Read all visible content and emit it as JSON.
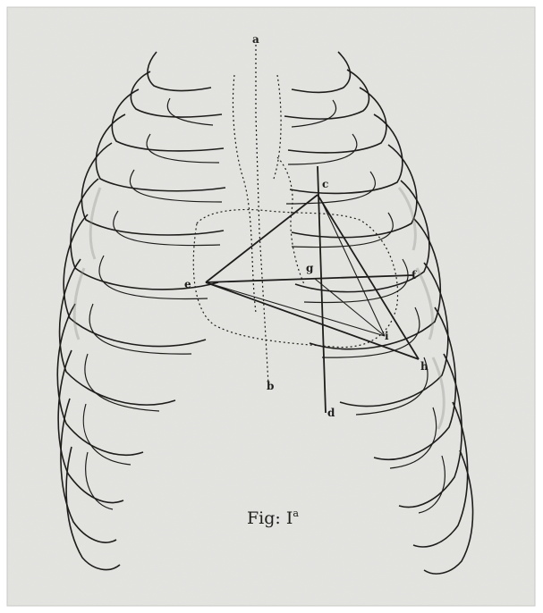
{
  "figure": {
    "caption": "Fig: I",
    "caption_superscript": "a"
  },
  "labels": {
    "a": "a",
    "b": "b",
    "c": "c",
    "d": "d",
    "e": "e",
    "f": "f",
    "g": "g",
    "h": "h",
    "i": "i"
  },
  "colors": {
    "paper": "#e4e4e1",
    "ink": "#1e1d1b",
    "rib_shadow": "#8f8e8a"
  }
}
